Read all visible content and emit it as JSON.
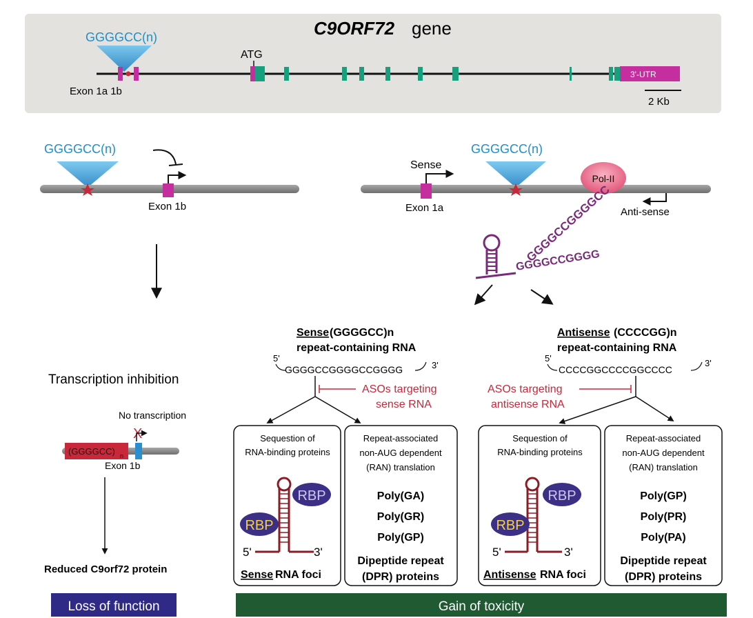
{
  "gene": {
    "title_italic": "C9ORF72",
    "title_rest": " gene",
    "repeat_label": "GGGGCC(n)",
    "atg_label": "ATG",
    "exon_label": "Exon  1a 1b",
    "utr_label": "3'-UTR",
    "scale_label": "2 Kb"
  },
  "left_panel": {
    "repeat_label": "GGGGCC(n)",
    "exon_label": "Exon 1b",
    "mechanism_title": "Transcription inhibition",
    "no_transcription": "No transcription",
    "cross_mark": "X",
    "repeat_box": "(GGGGCC)",
    "repeat_box_sub": "n",
    "exon_small": "Exon 1b",
    "result": "Reduced C9orf72 protein",
    "banner": "Loss of function"
  },
  "right_top": {
    "repeat_label": "GGGGCC(n)",
    "sense_label": "Sense",
    "exon_label": "Exon 1a",
    "polii_label": "Pol-II",
    "antisense_label": "Anti-sense",
    "rna_chain": "GGGGCCGGGGCC",
    "rna_tail": "GGGGCCGGGG"
  },
  "sense_branch": {
    "head_underlined": "Sense",
    "head_rest": " (GGGGCC)n",
    "head_line2": "repeat-containing RNA",
    "five": "5'",
    "three": "3'",
    "sequence": "GGGGCCGGGGCCGGGG",
    "aso_line1": "ASOs targeting",
    "aso_line2": "sense RNA",
    "box1": {
      "l1": "Sequestion of",
      "l2": "RNA-binding proteins",
      "rbp": "RBP",
      "five": "5'",
      "three": "3'",
      "foci_underlined": "Sense",
      "foci_rest": " RNA foci"
    },
    "box2": {
      "l1": "Repeat-associated",
      "l2": "non-AUG dependent",
      "l3": "(RAN) translation",
      "p1": "Poly(GA)",
      "p2": "Poly(GR)",
      "p3": "Poly(GP)",
      "d1": "Dipeptide repeat",
      "d2": "(DPR) proteins"
    }
  },
  "antisense_branch": {
    "head_underlined": "Antisense",
    "head_rest": " (CCCCGG)n",
    "head_line2": "repeat-containing RNA",
    "five": "5'",
    "three": "3'",
    "sequence": "CCCCGGCCCCGGCCCC",
    "aso_line1": "ASOs targeting",
    "aso_line2": "antisense RNA",
    "box1": {
      "l1": "Sequestion of",
      "l2": "RNA-binding proteins",
      "rbp": "RBP",
      "five": "5'",
      "three": "3'",
      "foci_underlined": "Antisense",
      "foci_rest": " RNA foci"
    },
    "box2": {
      "l1": "Repeat-associated",
      "l2": "non-AUG dependent",
      "l3": "(RAN) translation",
      "p1": "Poly(GP)",
      "p2": "Poly(PR)",
      "p3": "Poly(PA)",
      "d1": "Dipeptide repeat",
      "d2": "(DPR) proteins"
    }
  },
  "gain_banner": "Gain of toxicity",
  "colors": {
    "header_bg": "#e4e2df",
    "magenta": "#c42e9e",
    "teal": "#16a07e",
    "cyan_text": "#1f8fc9",
    "triangle": "#3fa6dc",
    "red_text": "#c8283a",
    "star": "#c8283a",
    "purple_rna": "#7a2a78",
    "hairpin": "#8b1c25",
    "rbp_fill": "#3b2f86",
    "rbp_text": "#f5d33a",
    "loss_banner": "#2f2a86",
    "gain_banner": "#1f5a32",
    "chromosome": "#8a8a8a",
    "exon_blue": "#2a8fd0",
    "repeat_red": "#c8283a",
    "polii": "#ef6f8a"
  }
}
